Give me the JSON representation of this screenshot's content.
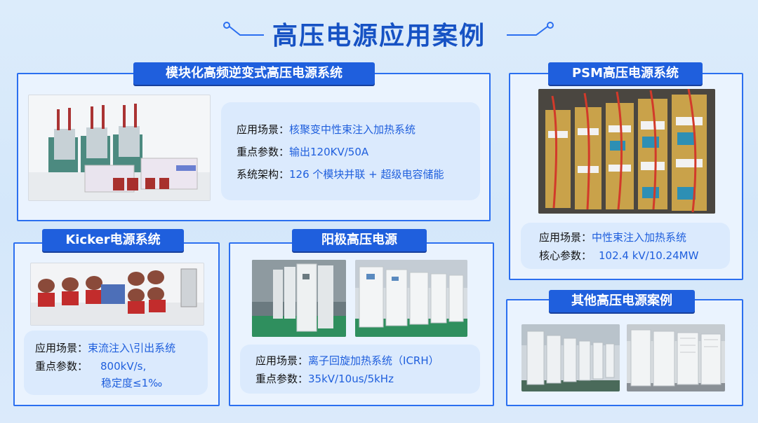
{
  "main_title": "高压电源应用案例",
  "panels": {
    "modular": {
      "title": "模块化高频逆变式高压电源系统",
      "scene_label": "应用场景：",
      "scene_value": "核聚变中性束注入加热系统",
      "param_label": "重点参数：",
      "param_value": "输出120KV/50A",
      "arch_label": "系统架构：",
      "arch_value": "126 个模块并联 + 超级电容储能"
    },
    "psm": {
      "title": "PSM高压电源系统",
      "scene_label": "应用场景：",
      "scene_value": "中性束注入加热系统",
      "param_label": "核心参数：",
      "param_value": "102.4 kV/10.24MW"
    },
    "kicker": {
      "title": "Kicker电源系统",
      "scene_label": "应用场景：",
      "scene_value": "束流注入\\引出系统",
      "param_label": "重点参数：",
      "param_value_1": "800kV/s,",
      "param_value_2": "稳定度≤1‰"
    },
    "anode": {
      "title": "阳极高压电源",
      "scene_label": "应用场景：",
      "scene_value": "离子回旋加热系统（ICRH）",
      "param_label": "重点参数：",
      "param_value": "35kV/10us/5kHz"
    },
    "other": {
      "title": "其他高压电源案例"
    }
  },
  "colors": {
    "accent": "#1f5fdd",
    "title": "#1652c4",
    "border": "#2b6ff0"
  }
}
